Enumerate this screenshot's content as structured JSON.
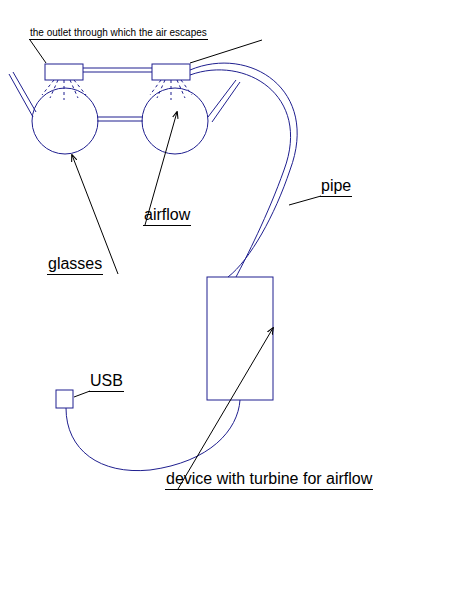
{
  "diagram": {
    "labels": [
      "the outlet through which the air escapes",
      "airflow",
      "glasses",
      "pipe",
      "USB",
      "device with turbine for airflow"
    ]
  }
}
